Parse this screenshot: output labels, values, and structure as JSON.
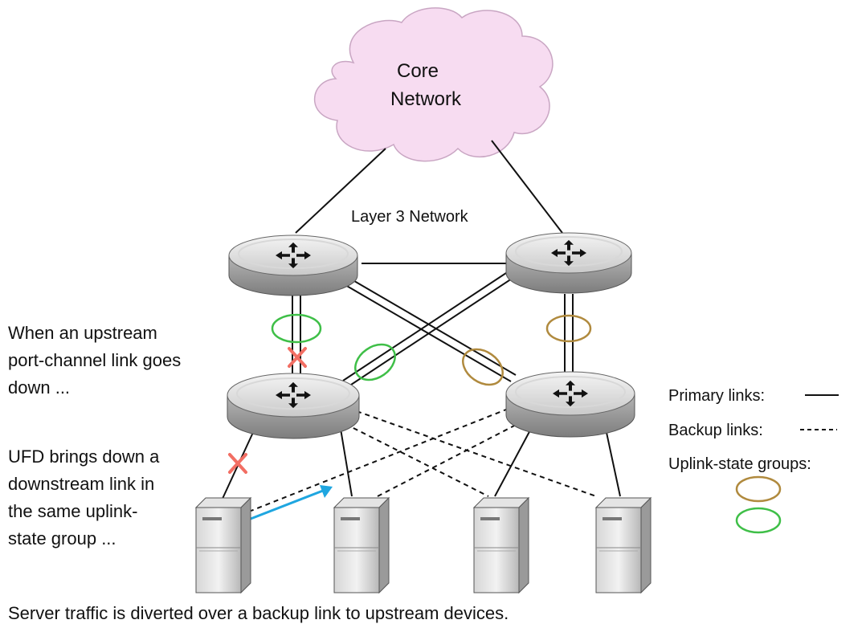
{
  "cloud": {
    "line1": "Core",
    "line2": "Network",
    "fill": "#f7dcf1",
    "stroke": "#c9a6c3"
  },
  "layer3_label": "Layer 3 Network",
  "annotations": {
    "upstream": [
      "When an upstream",
      "port-channel link goes",
      "down ..."
    ],
    "ufd": [
      "UFD brings down a",
      "downstream link in",
      "the same uplink-",
      "state group ..."
    ],
    "bottom": "Server traffic is diverted over a backup link to upstream devices."
  },
  "legend": {
    "primary": "Primary links:",
    "backup": "Backup links:",
    "groups": "Uplink-state groups:"
  },
  "colors": {
    "group_brown": "#b08a3e",
    "group_green": "#3fbf48",
    "failure_x": "#f26e63",
    "traffic_arrow": "#1fa6e0",
    "link": "#111111"
  },
  "icons": {
    "router": "router-icon",
    "server": "server-icon",
    "failure": "close-icon",
    "cloud": "cloud-icon"
  }
}
